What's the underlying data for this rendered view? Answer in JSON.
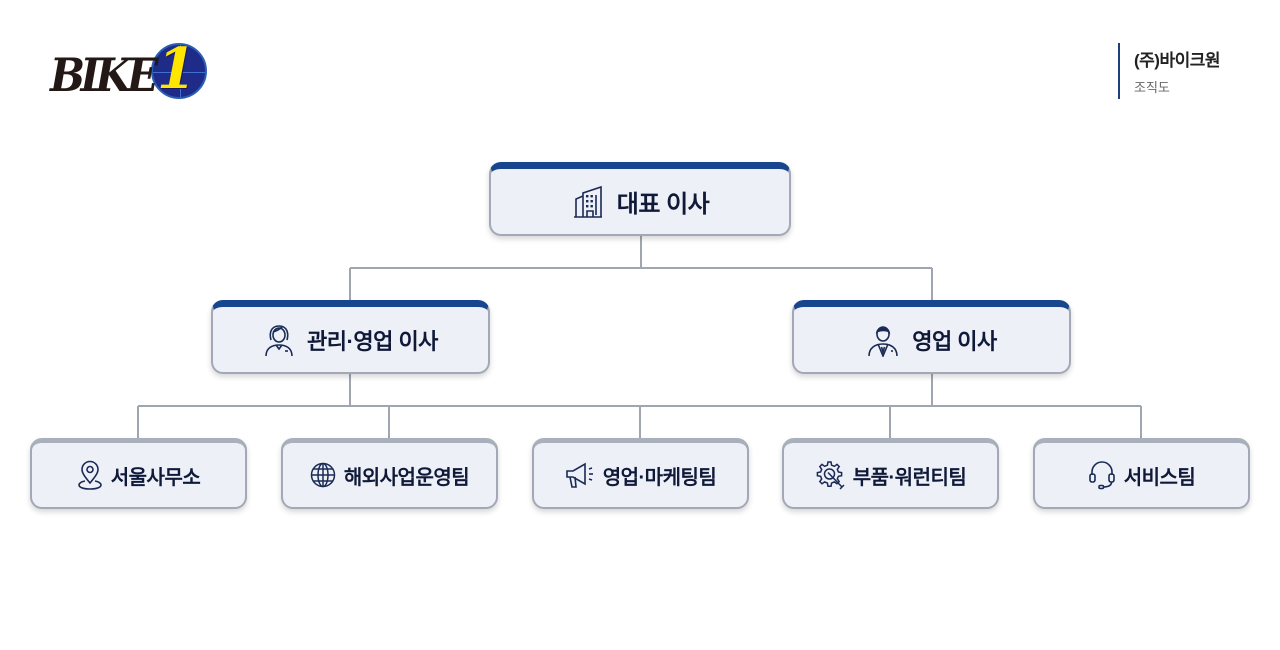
{
  "header": {
    "logo": {
      "text": "BIKE",
      "number": "1"
    },
    "company": "(주)바이크원",
    "subtitle": "조직도"
  },
  "colors": {
    "primary": "#17468f",
    "box_fill": "#edf0f7",
    "border": "#a2a8b5",
    "connector": "#a0a6b0"
  },
  "org": {
    "ceo": {
      "label": "대표 이사",
      "icon": "building-icon"
    },
    "directors": [
      {
        "label": "관리·영업 이사",
        "icon": "female-staff-icon"
      },
      {
        "label": "영업 이사",
        "icon": "businessman-icon"
      }
    ],
    "teams": [
      {
        "label": "서울사무소",
        "icon": "location-pin-icon"
      },
      {
        "label": "해외사업운영팀",
        "icon": "globe-icon"
      },
      {
        "label": "영업·마케팅팀",
        "icon": "megaphone-icon"
      },
      {
        "label": "부품·워런티팀",
        "icon": "gear-wrench-icon"
      },
      {
        "label": "서비스팀",
        "icon": "headset-icon"
      }
    ]
  }
}
